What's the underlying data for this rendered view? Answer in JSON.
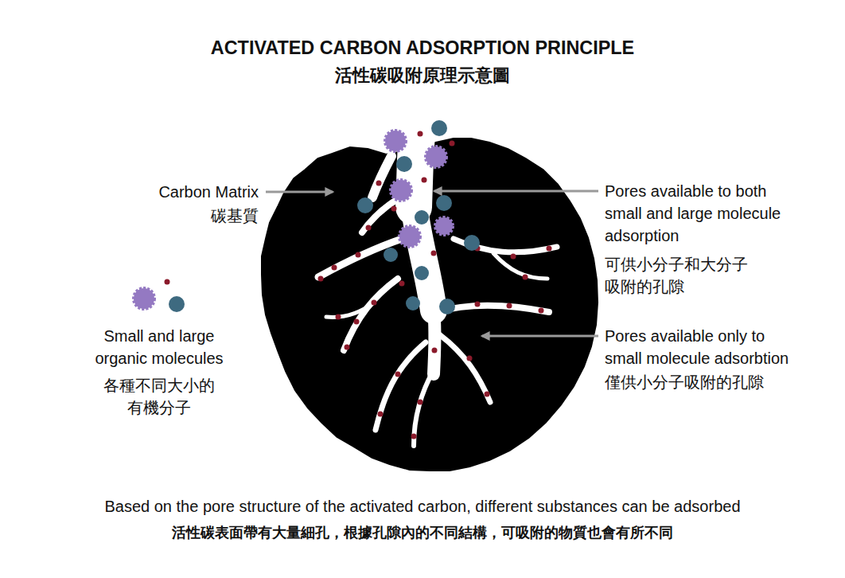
{
  "diagram": {
    "title": "ACTIVATED CARBON ADSORPTION PRINCIPLE",
    "caption": "Based on the pore structure of the activated carbon, different substances can be adsorbed",
    "labels": [
      "活性碳吸附原理示意圖",
      "Carbon Matrix",
      "碳基質",
      "Pores available to both small and large molecule adsorption",
      "可供小分子和大分子 吸附的孔隙",
      "Small and large organic molecules",
      "各種不同大小的 有機分子",
      "Pores available only to small molecule adsorbtion",
      "僅供小分子吸附的孔隙",
      "活性碳表面帶有大量細孔，根據孔隙內的不同結構，可吸附的物質也會有所不同"
    ]
  }
}
